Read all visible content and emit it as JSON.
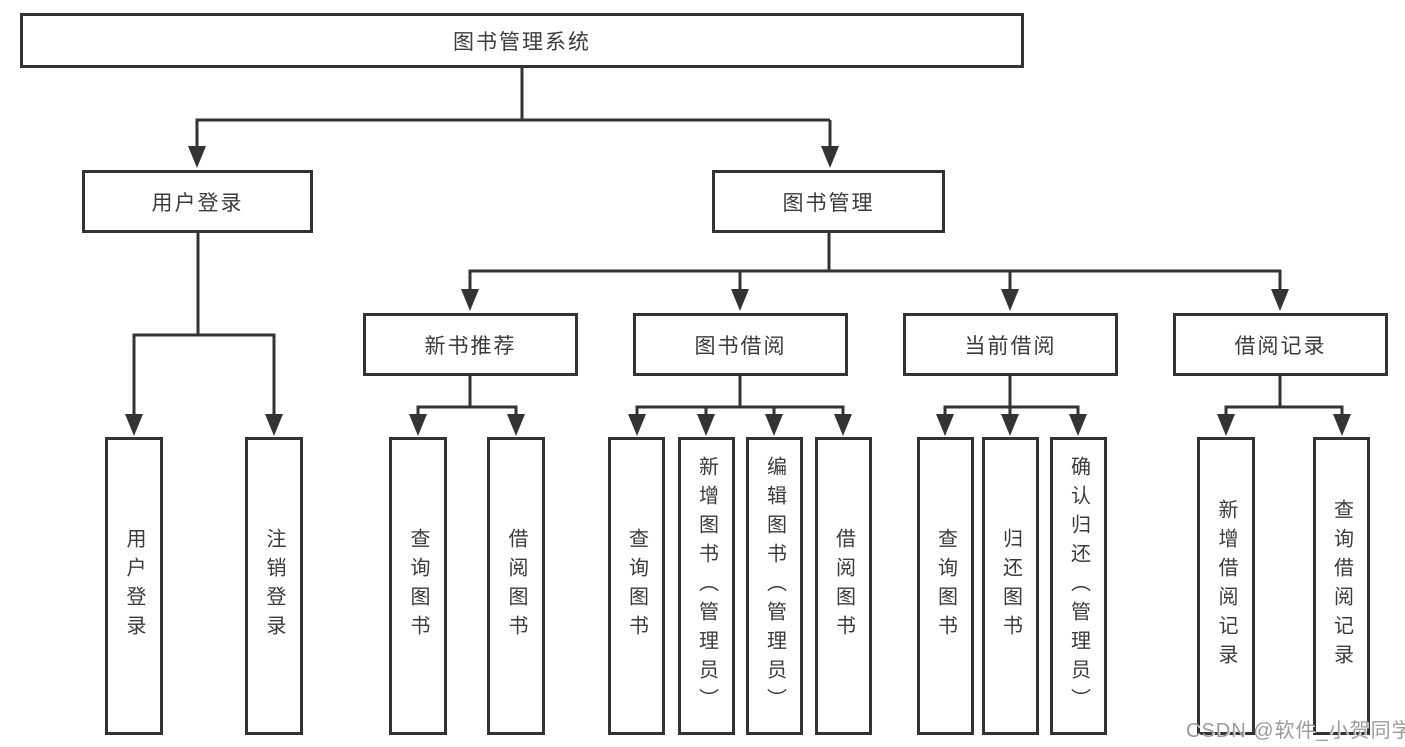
{
  "diagram": {
    "title": "图书管理系统",
    "nodes": {
      "root": {
        "label": "图书管理系统"
      },
      "user_login": {
        "label": "用户登录"
      },
      "book_mgmt": {
        "label": "图书管理"
      },
      "new_book_rec": {
        "label": "新书推荐"
      },
      "book_borrow": {
        "label": "图书借阅"
      },
      "current_borrow": {
        "label": "当前借阅"
      },
      "borrow_record": {
        "label": "借阅记录"
      },
      "ul_login": {
        "label": "用户登录"
      },
      "ul_logout": {
        "label": "注销登录"
      },
      "nb_query": {
        "label": "查询图书"
      },
      "nb_borrow": {
        "label": "借阅图书"
      },
      "bb_query": {
        "label": "查询图书"
      },
      "bb_add": {
        "label": "新增图书（管理员）"
      },
      "bb_edit": {
        "label": "编辑图书（管理员）"
      },
      "bb_borrow": {
        "label": "借阅图书"
      },
      "cb_query": {
        "label": "查询图书"
      },
      "cb_return": {
        "label": "归还图书"
      },
      "cb_confirm": {
        "label": "确认归还（管理员）"
      },
      "br_add": {
        "label": "新增借阅记录"
      },
      "br_query": {
        "label": "查询借阅记录"
      }
    },
    "edges": [
      {
        "from": "root",
        "to": "user_login"
      },
      {
        "from": "root",
        "to": "book_mgmt"
      },
      {
        "from": "user_login",
        "to": "ul_login"
      },
      {
        "from": "user_login",
        "to": "ul_logout"
      },
      {
        "from": "book_mgmt",
        "to": "new_book_rec"
      },
      {
        "from": "book_mgmt",
        "to": "book_borrow"
      },
      {
        "from": "book_mgmt",
        "to": "current_borrow"
      },
      {
        "from": "book_mgmt",
        "to": "borrow_record"
      },
      {
        "from": "new_book_rec",
        "to": "nb_query"
      },
      {
        "from": "new_book_rec",
        "to": "nb_borrow"
      },
      {
        "from": "book_borrow",
        "to": "bb_query"
      },
      {
        "from": "book_borrow",
        "to": "bb_add"
      },
      {
        "from": "book_borrow",
        "to": "bb_edit"
      },
      {
        "from": "book_borrow",
        "to": "bb_borrow"
      },
      {
        "from": "current_borrow",
        "to": "cb_query"
      },
      {
        "from": "current_borrow",
        "to": "cb_return"
      },
      {
        "from": "current_borrow",
        "to": "cb_confirm"
      },
      {
        "from": "borrow_record",
        "to": "br_add"
      },
      {
        "from": "borrow_record",
        "to": "br_query"
      }
    ],
    "colors": {
      "line": "#333333",
      "box_border": "#333333",
      "text": "#3b3b3b",
      "background": "#ffffff",
      "watermark": "#9b9b9b"
    }
  },
  "watermark": {
    "text": "CSDN @软件_小贺同学"
  }
}
